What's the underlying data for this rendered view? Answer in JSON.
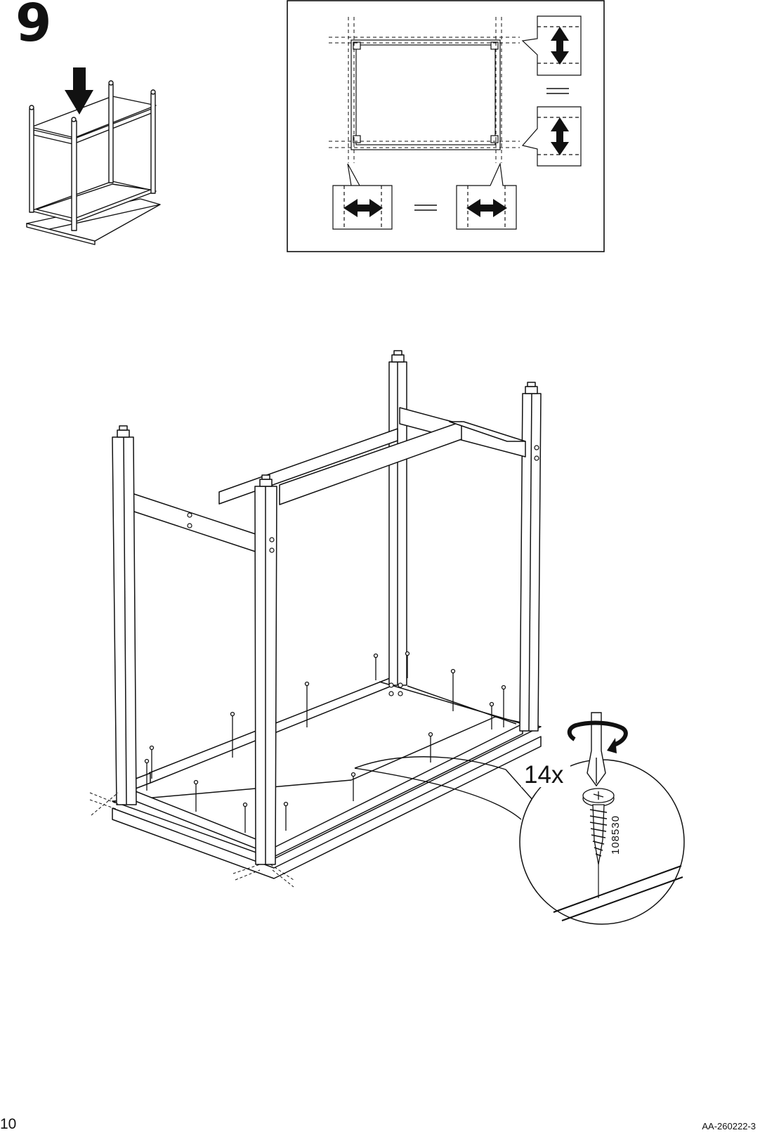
{
  "step": {
    "number": "9"
  },
  "callout": {
    "quantity": "14x",
    "part_number": "108530"
  },
  "footer": {
    "page_number": "10",
    "doc_code": "AA-260222-3"
  },
  "icons": {
    "down_arrow": "down-arrow-icon",
    "rotate": "clockwise-rotate-icon",
    "screwdriver": "screwdriver-icon",
    "screw": "screw-icon",
    "equal": "equal-sign-icon",
    "double_arrow_h": "horizontal-double-arrow-icon",
    "double_arrow_v": "vertical-double-arrow-icon"
  }
}
